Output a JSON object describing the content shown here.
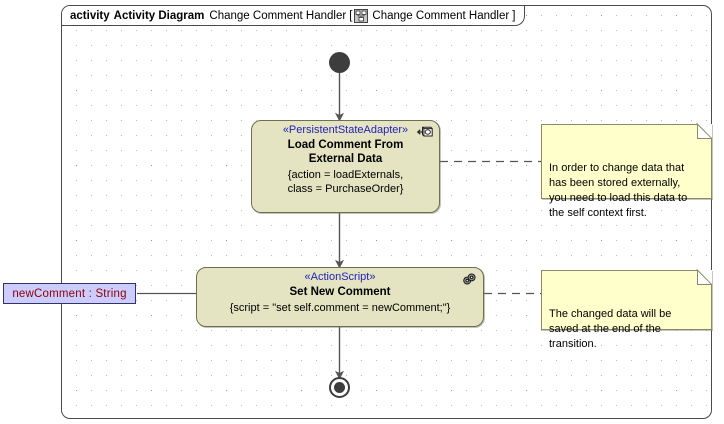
{
  "frame": {
    "keyword": "activity",
    "kind": "Activity Diagram",
    "name": "Change Comment Handler",
    "bracket_open": "[",
    "bracket_close": "]",
    "qualified_name": "Change Comment Handler",
    "icon": "activity-diagram-icon"
  },
  "palette": {
    "frame_border": "#4a4a4a",
    "canvas": "#ffffff",
    "grid_dot": "#bdbdbd",
    "node_fill": "#e4e4c2",
    "node_border": "#6e6e50",
    "stereotype_text": "#2222bb",
    "note_fill": "#ffffcc",
    "note_border": "#8a8a6a",
    "pin_fill": "#ccccff",
    "pin_border": "#33336b",
    "pin_text": "#8b0000",
    "control_node": "#3d3d3d"
  },
  "nodes": {
    "initial": {
      "label": "initial-node"
    },
    "final": {
      "label": "activity-final-node"
    },
    "action_1": {
      "stereotype": "«PersistentStateAdapter»",
      "name": "Load Comment From\nExternal Data",
      "body": "{action = loadExternals,\nclass = PurchaseOrder}",
      "icon": "persistent-state-adapter-icon"
    },
    "action_2": {
      "stereotype": "«ActionScript»",
      "name": "Set New Comment",
      "body": "{script = \"set self.comment = newComment;\"}",
      "icon": "action-script-gears-icon"
    }
  },
  "notes": [
    {
      "text": "In order to change data that\nhas been stored externally,\nyou need to load this data to\nthe self context first."
    },
    {
      "text": "The changed data will be\nsaved at the end of the\ntransition."
    }
  ],
  "parameter_pin": {
    "text": "newComment : String"
  }
}
